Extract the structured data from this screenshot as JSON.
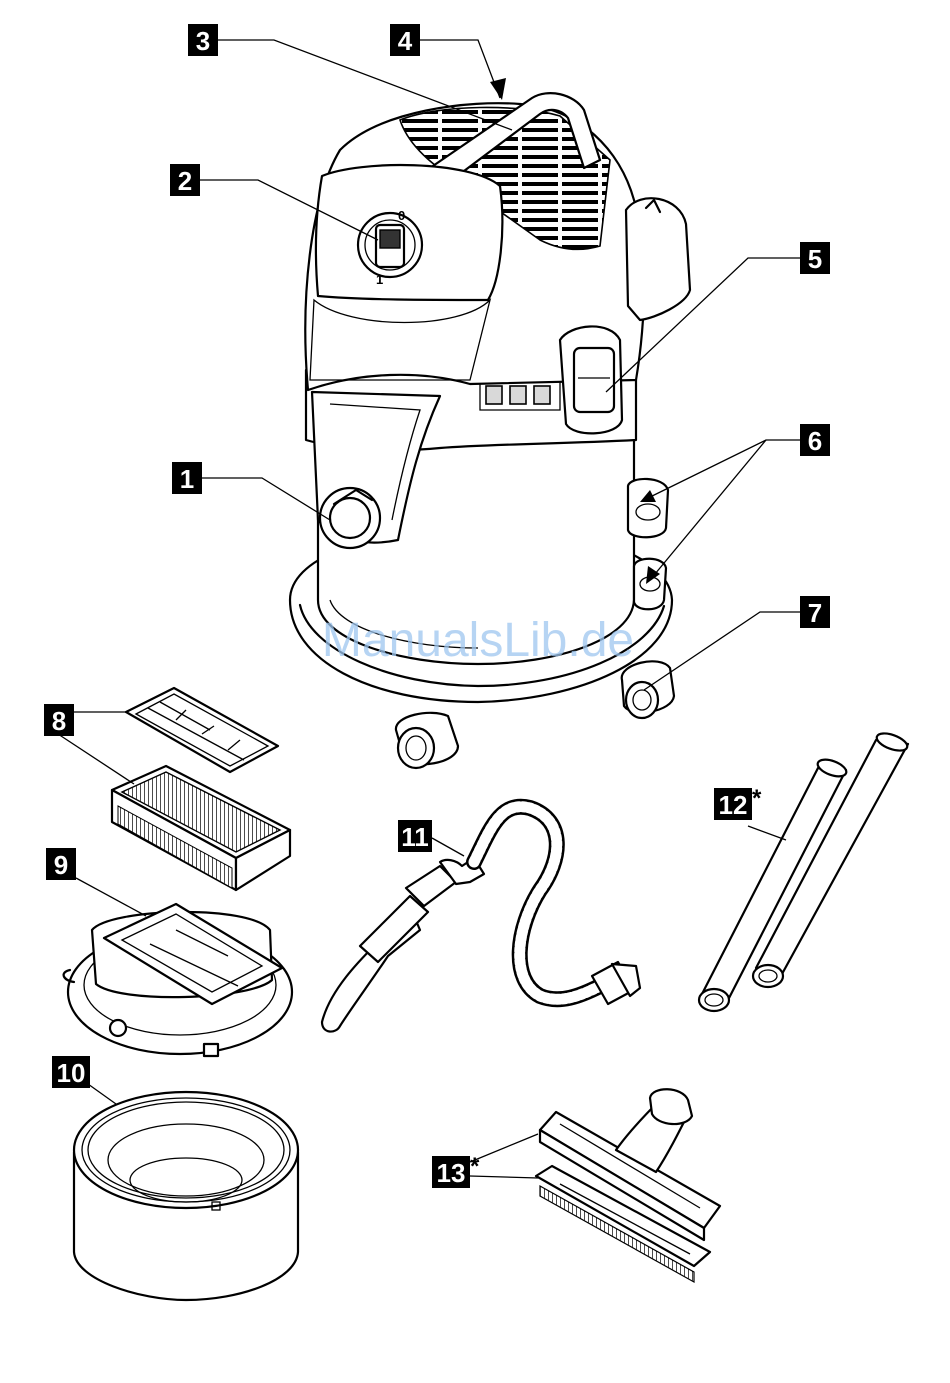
{
  "callouts": {
    "c1": "1",
    "c2": "2",
    "c3": "3",
    "c4": "4",
    "c5": "5",
    "c6": "6",
    "c7": "7",
    "c8": "8",
    "c9": "9",
    "c10": "10",
    "c11": "11",
    "c12": "12",
    "c13": "13"
  },
  "optional_marker": "*",
  "dial": {
    "off": "0",
    "on": "1"
  },
  "watermark": "ManualsLib.de"
}
